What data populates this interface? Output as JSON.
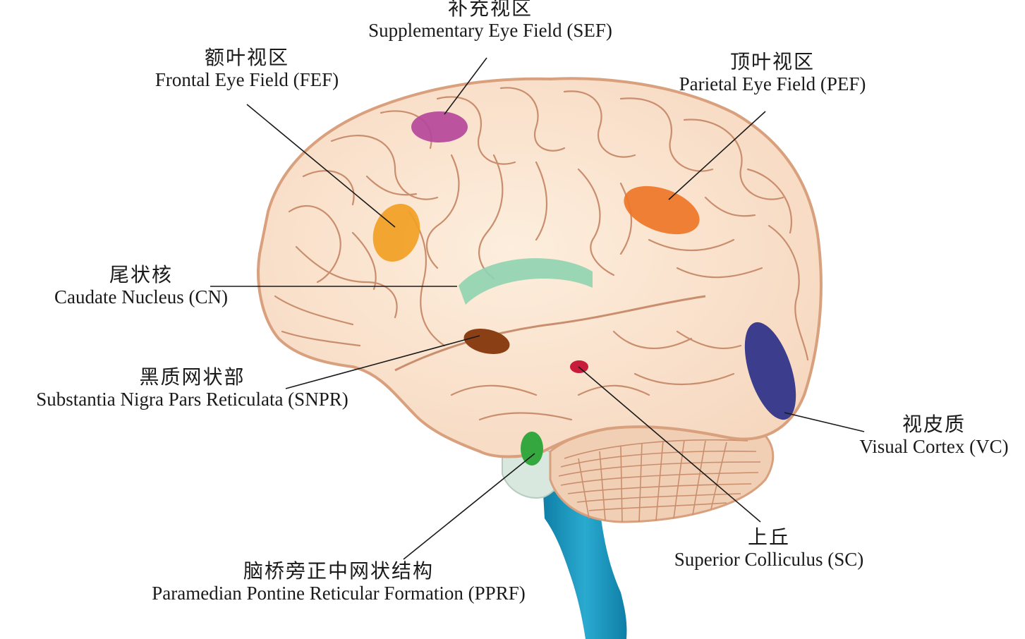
{
  "colors": {
    "brain_fill": "#fbe3cf",
    "brain_outline": "#d9a07e",
    "sulcus": "#c98e6e",
    "leader_line": "#1a1a1a",
    "sef": "#b5479a",
    "fef": "#f2a024",
    "pef": "#ee7627",
    "cn": "#8fd4b0",
    "snpr": "#8b3f14",
    "sc": "#c81d3a",
    "vc": "#3c3d8c",
    "pprf": "#34a83f",
    "brainstem": "#1c97be",
    "cerebellum": "#f1cfb4"
  },
  "labels": {
    "sef": {
      "zh": "补充视区",
      "en": "Supplementary Eye Field (SEF)"
    },
    "fef": {
      "zh": "额叶视区",
      "en": "Frontal Eye Field (FEF)"
    },
    "pef": {
      "zh": "顶叶视区",
      "en": "Parietal Eye Field (PEF)"
    },
    "cn": {
      "zh": "尾状核",
      "en": "Caudate Nucleus (CN)"
    },
    "snpr": {
      "zh": "黑质网状部",
      "en": "Substantia Nigra Pars Reticulata (SNPR)"
    },
    "vc": {
      "zh": "视皮质",
      "en": "Visual Cortex (VC)"
    },
    "sc": {
      "zh": "上丘",
      "en": "Superior Colliculus (SC)"
    },
    "pprf": {
      "zh": "脑桥旁正中网状结构",
      "en": "Paramedian Pontine Reticular Formation (PPRF)"
    }
  }
}
